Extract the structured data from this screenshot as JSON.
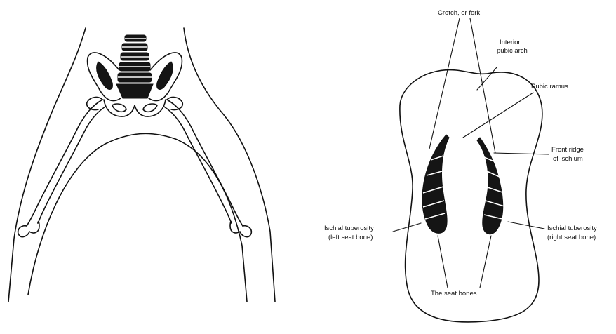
{
  "labels": {
    "crotch": "Crotch, or fork",
    "interior_arch_line1": "Interior",
    "interior_arch_line2": "pubic arch",
    "pubic_ramus": "Pubic ramus",
    "front_ridge_line1": "Front ridge",
    "front_ridge_line2": "of ischium",
    "left_tuberosity_line1": "Ischial tuberosity",
    "left_tuberosity_line2": "(left seat bone)",
    "right_tuberosity_line1": "Ischial tuberosity",
    "right_tuberosity_line2": "(right seat bone)",
    "seat_bones": "The seat bones"
  },
  "colors": {
    "ink": "#111111",
    "background": "#ffffff"
  }
}
